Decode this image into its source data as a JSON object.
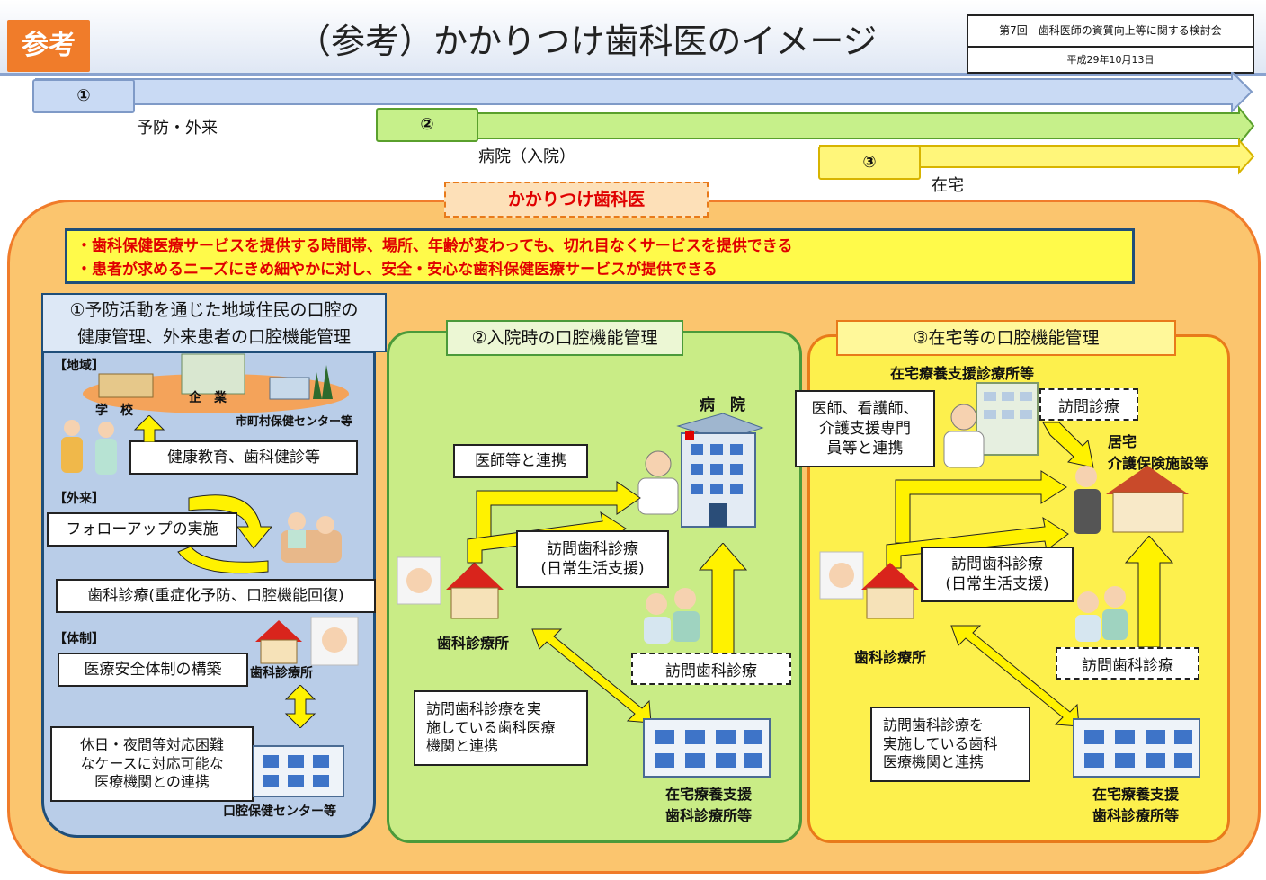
{
  "header": {
    "badge": "参考",
    "title": "（参考）かかりつけ歯科医のイメージ",
    "meeting": "第7回　歯科医師の資質向上等に関する検討会",
    "date": "平成29年10月13日"
  },
  "phases": [
    {
      "num": "①",
      "label": "予防・外来"
    },
    {
      "num": "②",
      "label": "病院（入院）"
    },
    {
      "num": "③",
      "label": "在宅"
    }
  ],
  "center_label": "かかりつけ歯科医",
  "goals": [
    "・歯科保健医療サービスを提供する時間帯、場所、年齢が変わっても、切れ目なくサービスを提供できる",
    "・患者が求めるニーズにきめ細やかに対し、安全・安心な歯科保健医療サービスが提供できる"
  ],
  "panel1": {
    "title_line1": "①予防活動を通じた地域住民の口腔の",
    "title_line2": "健康管理、外来患者の口腔機能管理",
    "tag_area": "【地域】",
    "school": "学　校",
    "company": "企　業",
    "municipal": "市町村保健センター等",
    "health_edu": "健康教育、歯科健診等",
    "tag_outpatient": "【外来】",
    "follow_up": "フォローアップの実施",
    "treatment": "歯科診療(重症化予防、口腔機能回復)",
    "tag_system": "【体制】",
    "safety": "医療安全体制の構築",
    "clinic": "歯科診療所",
    "holiday_l1": "休日・夜間等対応困難",
    "holiday_l2": "なケースに対応可能な",
    "holiday_l3": "医療機関との連携",
    "center": "口腔保健センター等"
  },
  "panel2": {
    "title": "②入院時の口腔機能管理",
    "hospital": "病　院",
    "doctor_link": "医師等と連携",
    "visit_l1": "訪問歯科診療",
    "visit_l2": "(日常生活支援)",
    "clinic": "歯科診療所",
    "visit_dashed": "訪問歯科診療",
    "partner_l1": "訪問歯科診療を実",
    "partner_l2": "施している歯科医療",
    "partner_l3": "機関と連携",
    "home_support_l1": "在宅療養支援",
    "home_support_l2": "歯科診療所等"
  },
  "panel3": {
    "title": "③在宅等の口腔機能管理",
    "support_clinic": "在宅療養支援診療所等",
    "team_l1": "医師、看護師、",
    "team_l2": "介護支援専門",
    "team_l3": "員等と連携",
    "visit_care": "訪問診療",
    "home_l1": "居宅",
    "home_l2": "介護保険施設等",
    "visit_l1": "訪問歯科診療",
    "visit_l2": "(日常生活支援)",
    "clinic": "歯科診療所",
    "visit_dashed": "訪問歯科診療",
    "partner_l1": "訪問歯科診療を",
    "partner_l2": "実施している歯科",
    "partner_l3": "医療機関と連携",
    "home_support_l1": "在宅療養支援",
    "home_support_l2": "歯科診療所等"
  },
  "colors": {
    "accent_orange": "#f07c2a",
    "outer_bg": "#fbc56e",
    "panel1_bg": "#b9cde8",
    "panel2_bg": "#c9ec86",
    "panel3_bg": "#fdf04d",
    "arrow_yellow": "#fff200",
    "red_text": "#e00000"
  }
}
